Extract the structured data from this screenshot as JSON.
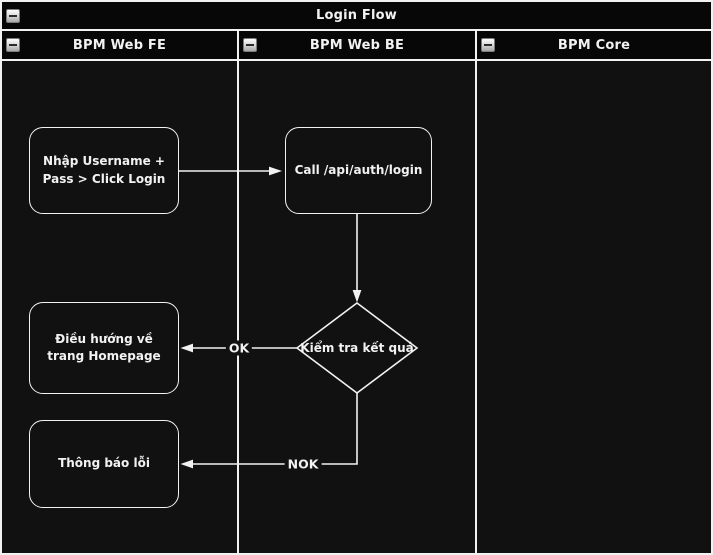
{
  "diagram": {
    "title": "Login Flow",
    "lanes": [
      {
        "id": "fe",
        "label": "BPM Web FE"
      },
      {
        "id": "be",
        "label": "BPM Web BE"
      },
      {
        "id": "core",
        "label": "BPM Core"
      }
    ],
    "nodes": [
      {
        "id": "enter-credentials",
        "type": "rounded-rect",
        "lane": "BPM Web FE",
        "label": "Nhập Username + Pass > Click Login"
      },
      {
        "id": "call-login-api",
        "type": "rounded-rect",
        "lane": "BPM Web BE",
        "label": "Call /api/auth/login"
      },
      {
        "id": "check-result",
        "type": "decision-diamond",
        "lane": "BPM Web BE",
        "label": "Kiểm tra kết quả"
      },
      {
        "id": "redirect-homepage",
        "type": "rounded-rect",
        "lane": "BPM Web FE",
        "label": "Điều hướng về trang Homepage"
      },
      {
        "id": "show-error",
        "type": "rounded-rect",
        "lane": "BPM Web FE",
        "label": "Thông báo lỗi"
      }
    ],
    "edges": [
      {
        "from": "enter-credentials",
        "to": "call-login-api",
        "label": ""
      },
      {
        "from": "call-login-api",
        "to": "check-result",
        "label": ""
      },
      {
        "from": "check-result",
        "to": "redirect-homepage",
        "label": "OK"
      },
      {
        "from": "check-result",
        "to": "show-error",
        "label": "NOK"
      }
    ],
    "colors": {
      "lane_background": "#111111",
      "header_background": "#070707",
      "stroke": "#f2f2f2",
      "text": "#f2f2f2",
      "collapse_button_face": "#dcdcdc"
    }
  }
}
